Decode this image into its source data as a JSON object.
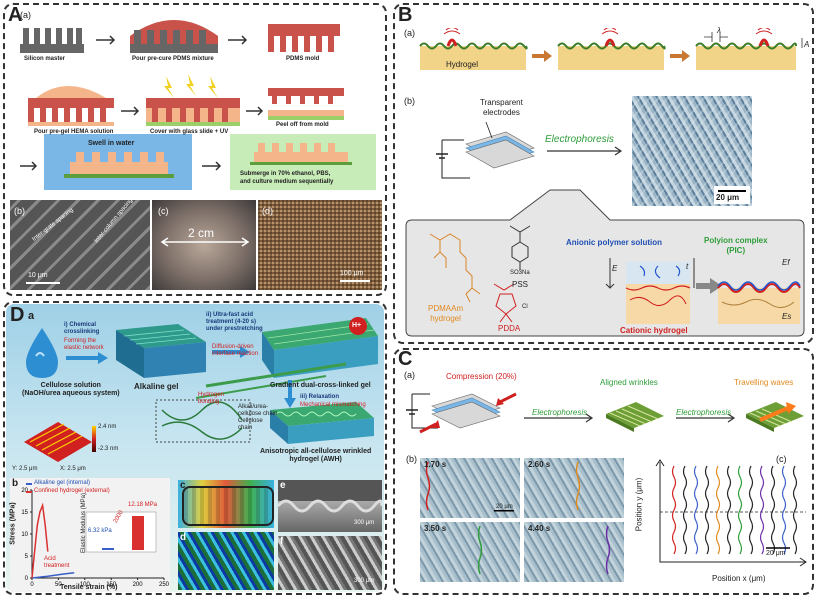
{
  "panelA": {
    "letter": "A",
    "sub_a": "(a)",
    "silicon_master": "Silicon master",
    "pour_pdms": "Pour pre-cure PDMS mixture",
    "pdms_mold": "PDMS mold",
    "pour_hema": "Pour pre-gel HEMA solution",
    "cover_uv": "Cover with glass slide + UV",
    "peel_off": "Peel off from mold",
    "swell": "Swell in water",
    "submerge": "Submerge in 70% ethanol, PBS,\nand culture medium sequentially",
    "sub_b": "(b)",
    "sub_c": "(c)",
    "sub_d": "(d)",
    "inter_grate": "Inter-grate spacing",
    "inter_column": "Inter-column spacing",
    "scale_b": "10 μm",
    "scale_c": "2 cm",
    "scale_d": "100 μm"
  },
  "panelB": {
    "letter": "B",
    "sub_a": "(a)",
    "sub_b": "(b)",
    "hydrogel": "Hydrogel",
    "lambda": "λ",
    "amp": "A",
    "transparent": "Transparent\nelectrodes",
    "electrophoresis": "Electrophoresis",
    "scale": "20 μm",
    "pss": "PSS",
    "so3na": "SO3Na",
    "anionic": "Anionic polymer solution",
    "pic": "Polyion complex\n(PIC)",
    "ef": "Ef",
    "es": "Es",
    "e": "E",
    "t": "t",
    "pdmaam": "PDMAAm\nhydrogel",
    "pdda": "PDDA",
    "cl": "Cl",
    "cationic": "Cationic hydrogel"
  },
  "panelC": {
    "letter": "C",
    "sub_a": "(a)",
    "sub_b": "(b)",
    "sub_c": "(c)",
    "compression": "Compression (20%)",
    "aligned": "Aligned wrinkles",
    "travelling": "Travelling waves",
    "electrophoresis1": "Electrophoresis",
    "electrophoresis2": "Electrophoresis",
    "t1": "1.70 s",
    "t2": "2.60 s",
    "t3": "3.50 s",
    "t4": "4.40 s",
    "scale": "20 μm",
    "xlabel": "Position x (μm)",
    "ylabel": "Position y (μm)",
    "scale_c": "20 μm"
  },
  "panelD": {
    "letter": "D",
    "sub_a": "a",
    "step1": "i) Chemical\ncrosslinking",
    "forming": "Forming the\nelastic network",
    "step2": "ii) Ultra-fast acid\ntreatment (4-20 s)\nunder prestretching",
    "diffusion": "Diffusion-driven\ninterface reaction",
    "h_plus": "H+",
    "cellulose": "Cellulose solution\n(NaOH/urea aqueous system)",
    "alkaline": "Alkaline gel",
    "gradient": "Gradient dual-cross-linked gel",
    "hbond": "Hydrogen\nbonding",
    "alk_cellulose": "Alkali/urea-\ncellulose chain",
    "cell_chain": "Cellulose\nchain",
    "step3": "iii) Relaxation",
    "mech": "Mechanical mismatching",
    "awh": "Anisotropic all-cellulose wrinkled\nhydrogel (AWH)",
    "afm_y": "Y: 2.5 μm",
    "afm_x": "X: 2.5 μm",
    "afm_z1": "2.4 nm",
    "afm_z2": "-2.3 nm",
    "sub_b": "b",
    "sub_c": "c",
    "sub_d": "d",
    "sub_e": "e",
    "sub_f": "f",
    "scale_e": "300 μm",
    "scale_f": "300 μm"
  },
  "chart_data": {
    "type": "line",
    "xlabel": "Tensile strain (%)",
    "ylabel": "Stress (MPa)",
    "xlim": [
      0,
      250
    ],
    "ylim": [
      0,
      20
    ],
    "xticks": [
      "0",
      "50",
      "100",
      "150",
      "200",
      "250"
    ],
    "yticks": [
      "0",
      "5",
      "10",
      "15",
      "20"
    ],
    "series": [
      {
        "name": "Alkaline gel (internal)",
        "color": "#3a5fc8",
        "x": [
          0,
          30,
          60,
          80
        ],
        "y": [
          0,
          0.4,
          0.9,
          1.2
        ]
      },
      {
        "name": "Confined hydrogel (external)",
        "color": "#d93030",
        "x": [
          0,
          5,
          10,
          15,
          20,
          25,
          30
        ],
        "y": [
          0,
          6,
          12,
          15,
          16.5,
          12,
          6
        ]
      }
    ],
    "annotations": {
      "acid": "Acid\ntreatment",
      "inset_ylabel": "Elastic Modulus (MPa)",
      "bar_low": "6.32 kPa",
      "bar_high": "12.18 MPa",
      "fold": "2000",
      "inset_values": [
        6.32,
        12180
      ]
    }
  },
  "colors": {
    "hydrogel": "#f2d488",
    "wave_green": "#3c7d2a",
    "accent_red": "#d02020",
    "electro_green": "#2e9d3a",
    "orange": "#e08a20",
    "panelD_bg": "#a9d4e6"
  }
}
